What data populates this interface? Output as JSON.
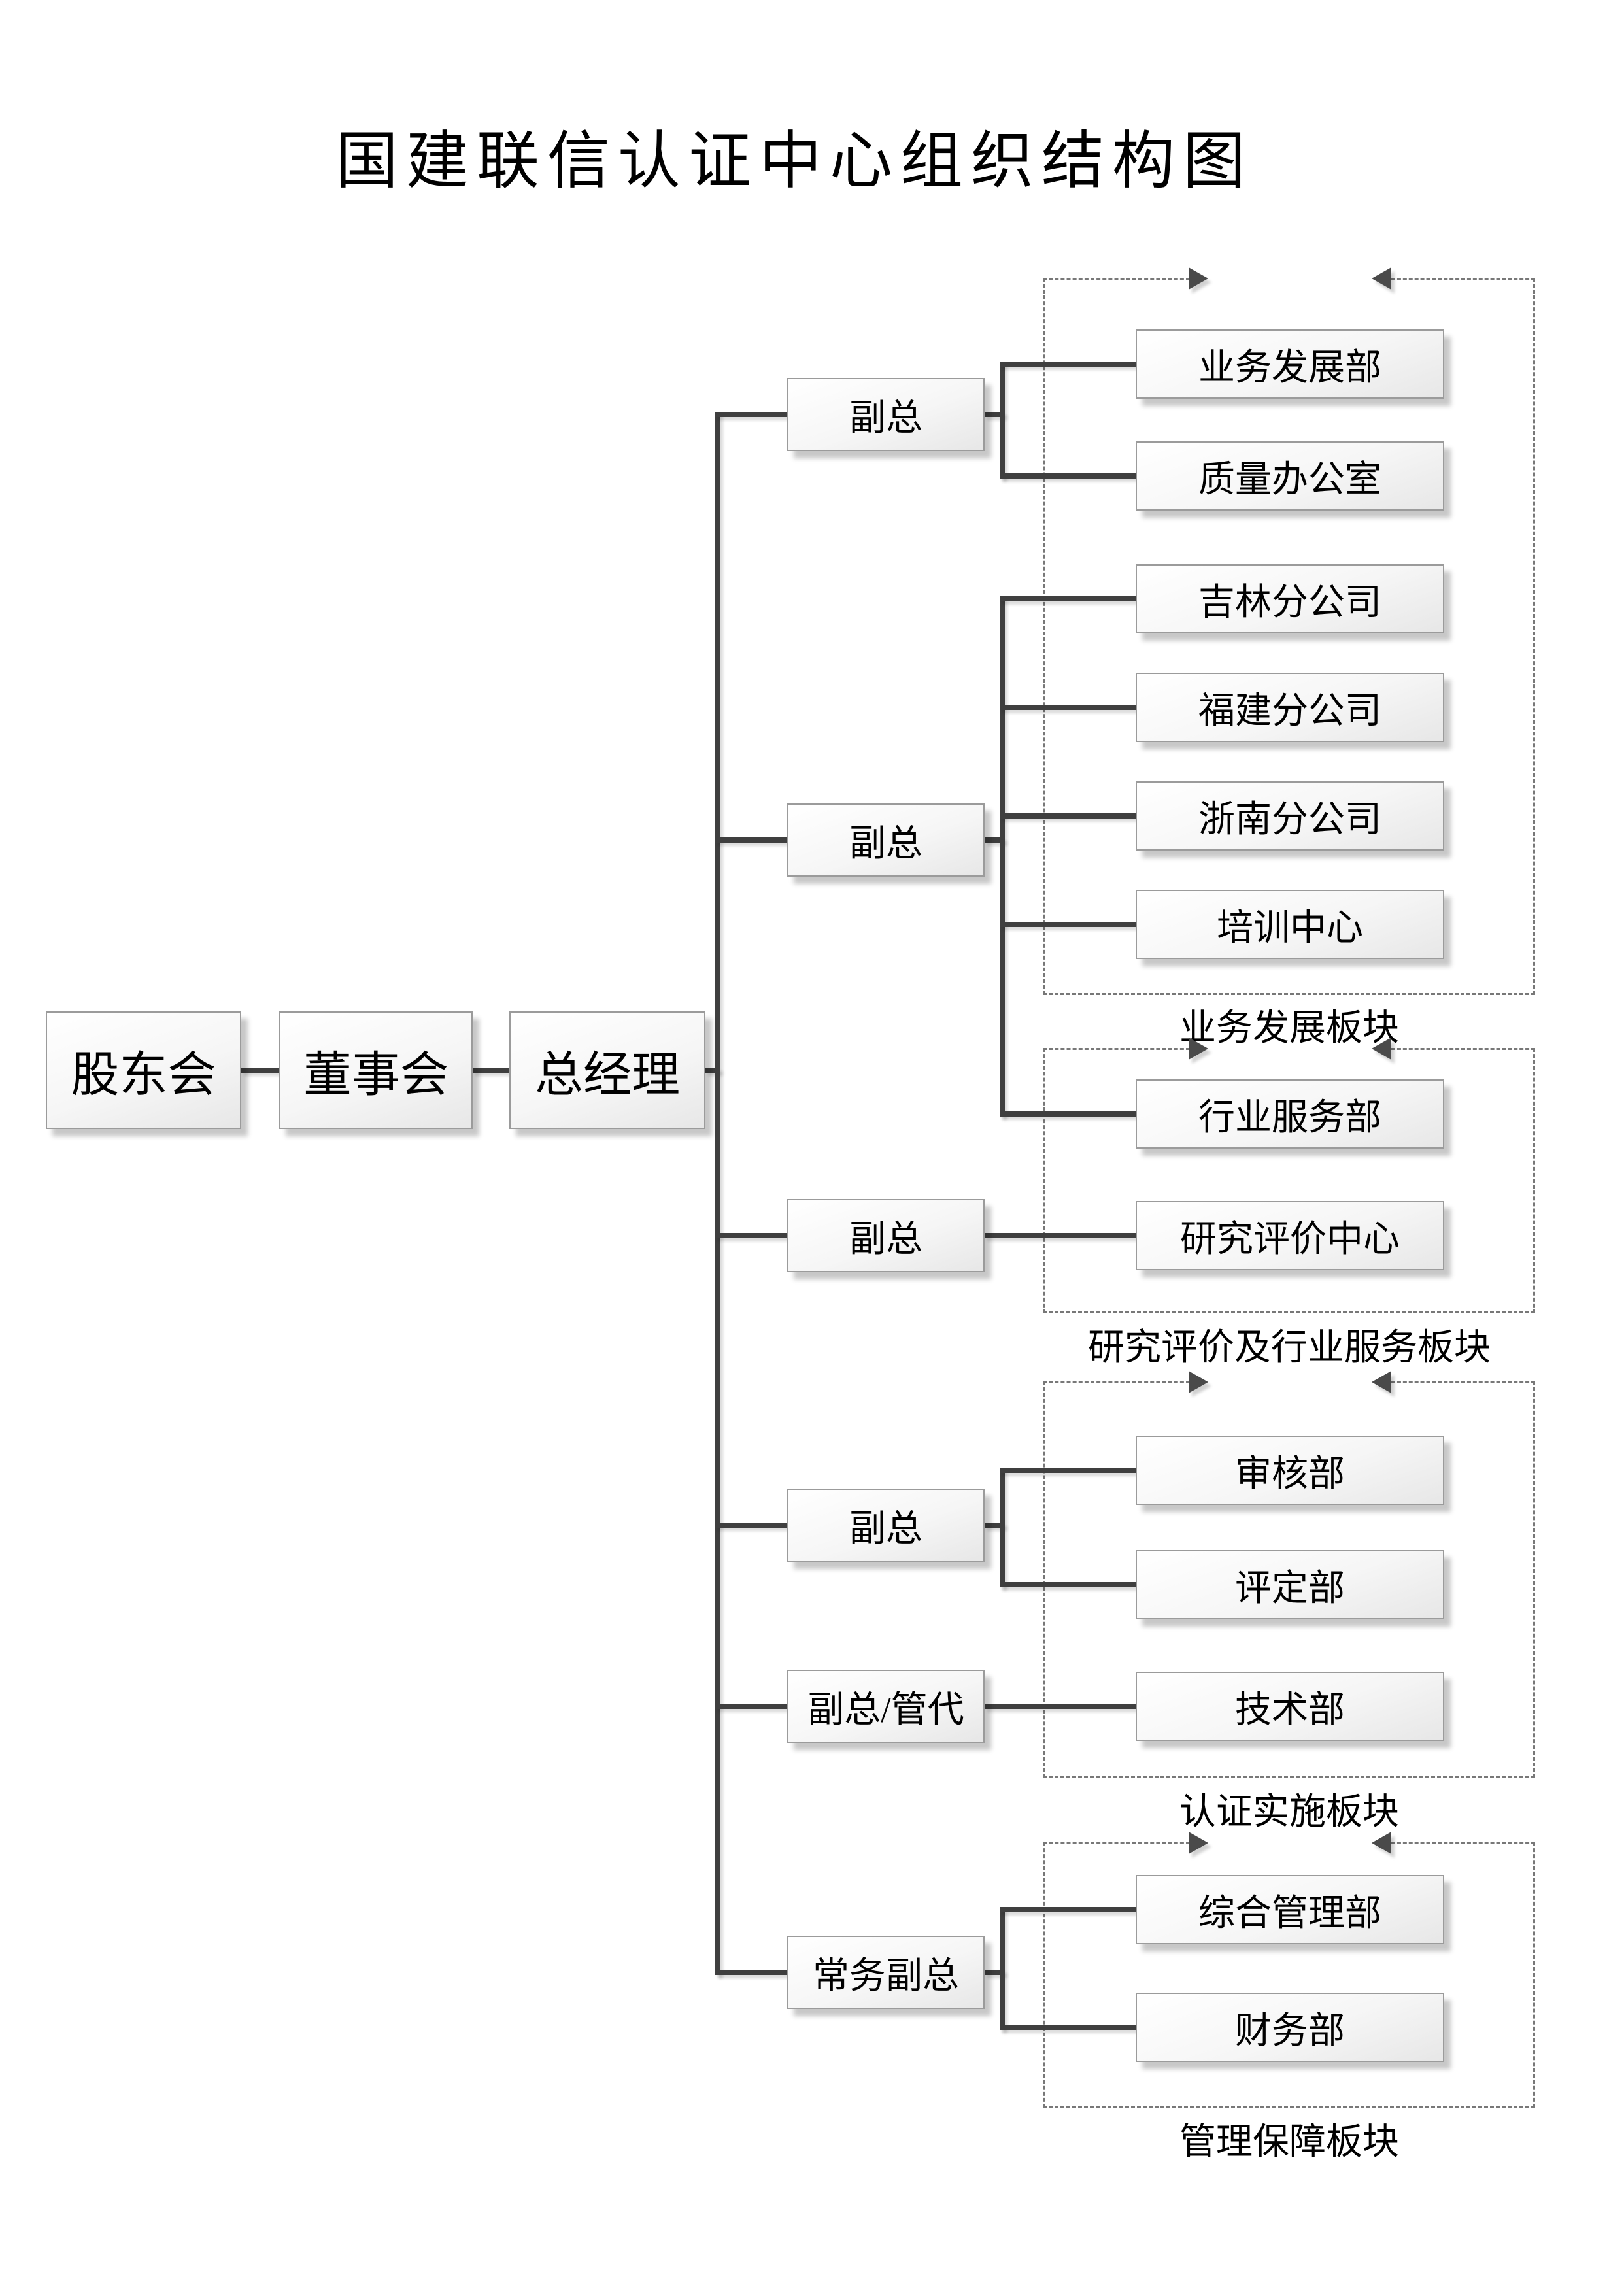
{
  "title": "国建联信认证中心组织结构图",
  "org": {
    "chain": [
      {
        "label": "股东会"
      },
      {
        "label": "董事会"
      },
      {
        "label": "总经理"
      }
    ],
    "branches": [
      {
        "manager": "副总",
        "departments": [
          "业务发展部",
          "质量办公室"
        ]
      },
      {
        "manager": "副总",
        "departments": [
          "吉林分公司",
          "福建分公司",
          "浙南分公司",
          "培训中心",
          "行业服务部"
        ]
      },
      {
        "manager": "副总",
        "departments": [
          "研究评价中心"
        ]
      },
      {
        "manager": "副总",
        "departments": [
          "审核部",
          "评定部"
        ]
      },
      {
        "manager": "副总/管代",
        "departments": [
          "技术部"
        ]
      },
      {
        "manager": "常务副总",
        "departments": [
          "综合管理部",
          "财务部"
        ]
      }
    ],
    "groups": [
      {
        "label": "业务发展板块"
      },
      {
        "label": "研究评价及行业服务板块"
      },
      {
        "label": "认证实施板块"
      },
      {
        "label": "管理保障板块"
      }
    ],
    "colors": {
      "connector": "#3f3f3f",
      "box_border": "#9b9b9b",
      "dashed_border": "#787878",
      "arrow": "#4a4a4a"
    }
  }
}
